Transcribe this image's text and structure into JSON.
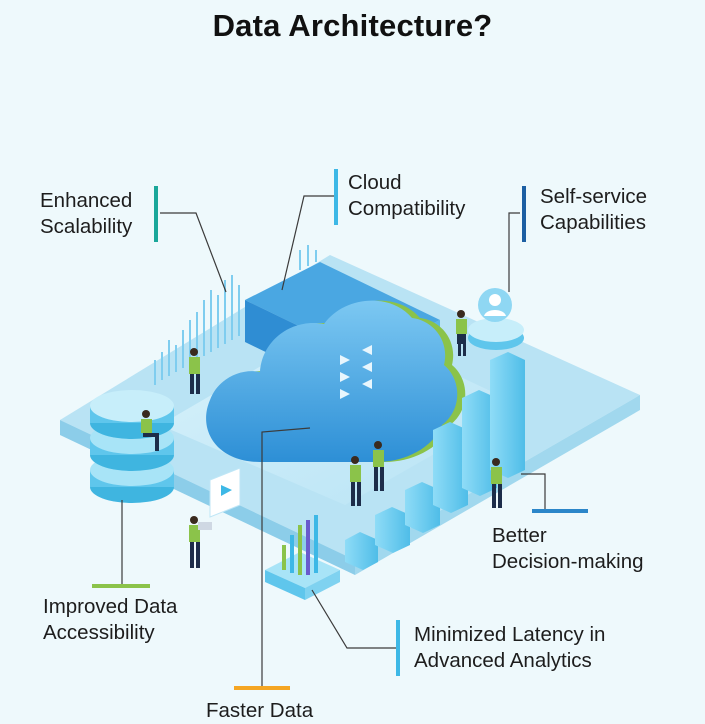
{
  "title": "Data Architecture?",
  "labels": {
    "enhanced_scalability": [
      "Enhanced",
      "Scalability"
    ],
    "cloud_compatibility": [
      "Cloud",
      "Compatibility"
    ],
    "self_service": [
      "Self-service",
      "Capabilities"
    ],
    "better_decision": [
      "Better",
      "Decision-making"
    ],
    "improved_access": [
      "Improved Data",
      "Accessibility"
    ],
    "minimized_latency": [
      "Minimized Latency in",
      "Advanced Analytics"
    ],
    "faster_data": [
      "Faster Data"
    ]
  },
  "colors": {
    "teal": "#1aa79a",
    "blue": "#2b86c9",
    "navy": "#1c5fa3",
    "green": "#8bc34a",
    "orange": "#f5a623",
    "cyan": "#3db8e6"
  }
}
